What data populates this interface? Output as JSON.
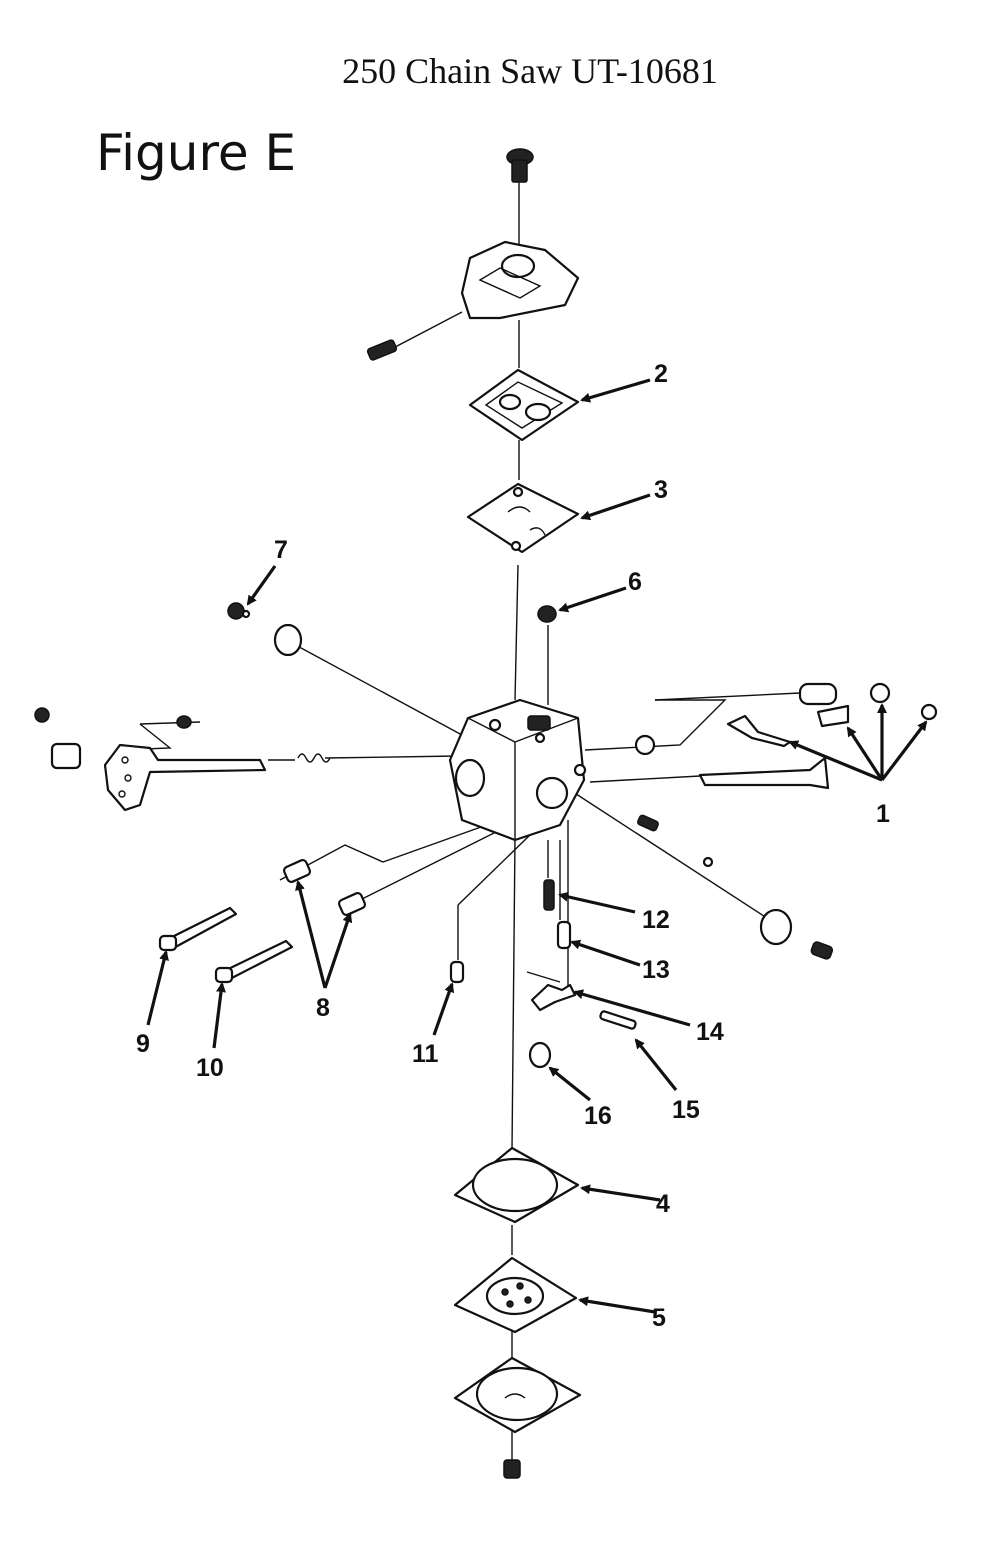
{
  "header": {
    "title": "250 Chain Saw UT-10681",
    "figure_label": "Figure E"
  },
  "diagram": {
    "callouts": [
      {
        "id": "c1",
        "label": "1"
      },
      {
        "id": "c2",
        "label": "2"
      },
      {
        "id": "c3",
        "label": "3"
      },
      {
        "id": "c4",
        "label": "4"
      },
      {
        "id": "c5",
        "label": "5"
      },
      {
        "id": "c6",
        "label": "6"
      },
      {
        "id": "c7",
        "label": "7"
      },
      {
        "id": "c8",
        "label": "8"
      },
      {
        "id": "c9",
        "label": "9"
      },
      {
        "id": "c10",
        "label": "10"
      },
      {
        "id": "c11",
        "label": "11"
      },
      {
        "id": "c12",
        "label": "12"
      },
      {
        "id": "c13",
        "label": "13"
      },
      {
        "id": "c14",
        "label": "14"
      },
      {
        "id": "c15",
        "label": "15"
      },
      {
        "id": "c16",
        "label": "16"
      }
    ]
  }
}
